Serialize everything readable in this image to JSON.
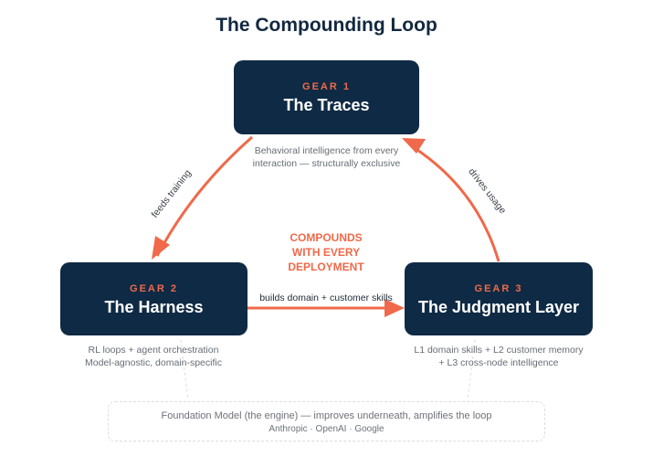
{
  "title": "The Compounding Loop",
  "gears": [
    {
      "tag": "GEAR 1",
      "name": "The Traces",
      "desc": [
        "Behavioral intelligence from every",
        "interaction — structurally exclusive"
      ]
    },
    {
      "tag": "GEAR 2",
      "name": "The Harness",
      "desc": [
        "RL loops + agent orchestration",
        "Model-agnostic, domain-specific"
      ]
    },
    {
      "tag": "GEAR 3",
      "name": "The Judgment Layer",
      "desc": [
        "L1 domain skills + L2 customer memory",
        "+ L3 cross-node intelligence"
      ]
    }
  ],
  "center": [
    "COMPOUNDS",
    "WITH EVERY",
    "DEPLOYMENT"
  ],
  "edges": {
    "feeds": "feeds training",
    "builds": "builds domain + customer skills",
    "drives": "drives usage"
  },
  "foundation": {
    "main": "Foundation Model (the engine) — improves underneath, amplifies the loop",
    "sub": "Anthropic · OpenAI · Google"
  },
  "colors": {
    "navy": "#0f2a44",
    "accent": "#f0694a",
    "muted": "#676d75"
  }
}
